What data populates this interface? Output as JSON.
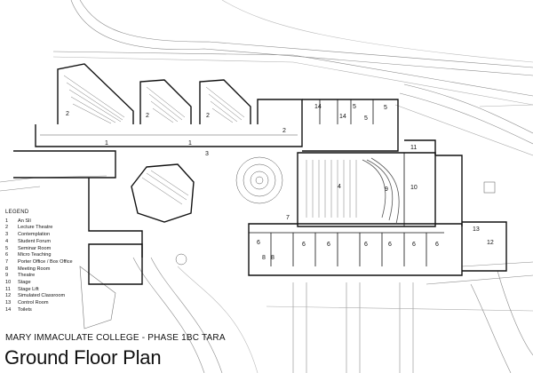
{
  "legend": {
    "title": "LEGEND",
    "items": [
      {
        "num": "1",
        "label": "An Slí"
      },
      {
        "num": "2",
        "label": "Lecture Theatre"
      },
      {
        "num": "3",
        "label": "Contemplation"
      },
      {
        "num": "4",
        "label": "Student Forum"
      },
      {
        "num": "5",
        "label": "Seminar Room"
      },
      {
        "num": "6",
        "label": "Micro Teaching"
      },
      {
        "num": "7",
        "label": "Porter Office / Box Office"
      },
      {
        "num": "8",
        "label": "Meeting Room"
      },
      {
        "num": "9",
        "label": "Theatre"
      },
      {
        "num": "10",
        "label": "Stage"
      },
      {
        "num": "11",
        "label": "Stage Lift"
      },
      {
        "num": "12",
        "label": "Simulated Classroom"
      },
      {
        "num": "13",
        "label": "Control Room"
      },
      {
        "num": "14",
        "label": "Toilets"
      }
    ]
  },
  "caption": {
    "college": "MARY IMMACULATE COLLEGE - PHASE 1BC TARA",
    "title": "Ground Floor Plan"
  },
  "room_labels": {
    "lecture_theatre": "2",
    "an_sli": "1",
    "contemplation": "3",
    "student_forum": "4",
    "seminar_room": "5",
    "micro_teaching": "6",
    "porter_office": "7",
    "meeting_room": "8",
    "theatre": "9",
    "stage": "10",
    "stage_lift": "11",
    "simulated_classroom": "12",
    "control_room": "13",
    "toilets": "14"
  },
  "colors": {
    "wall": "#111111",
    "line": "#555555",
    "light": "#9a9a9a"
  }
}
